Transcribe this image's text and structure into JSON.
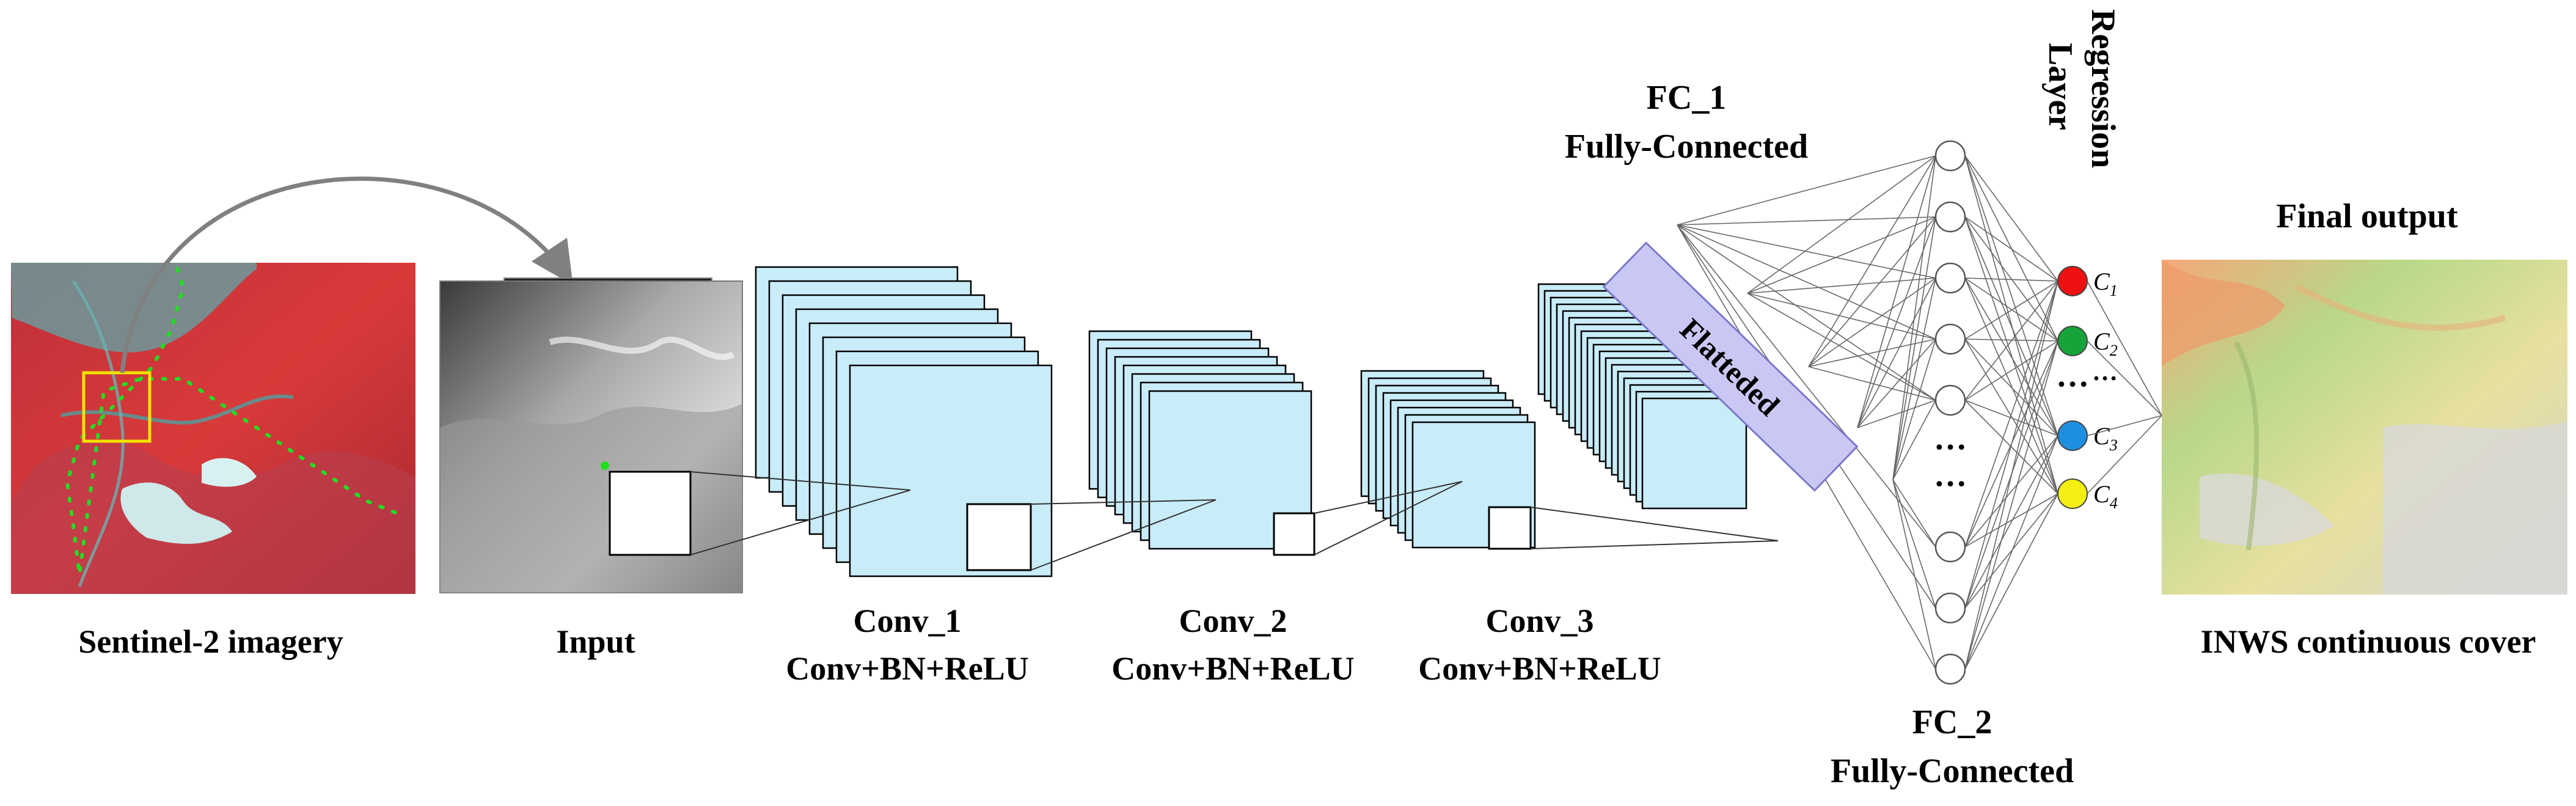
{
  "labels": {
    "sentinel": "Sentinel-2 imagery",
    "input": "Input",
    "conv1_name": "Conv_1",
    "conv1_desc": "Conv+BN+ReLU",
    "conv2_name": "Conv_2",
    "conv2_desc": "Conv+BN+ReLU",
    "conv3_name": "Conv_3",
    "conv3_desc": "Conv+BN+ReLU",
    "flatten": "Flatteded",
    "fc1_name": "FC_1",
    "fc1_desc": "Fully-Connected",
    "fc2_name": "FC_2",
    "fc2_desc": "Fully-Connected",
    "regression_1": "Regression",
    "regression_2": "Layer",
    "final_output": "Final output",
    "inws": "INWS continuous cover"
  },
  "fc_ellipsis": [
    "…",
    "…"
  ],
  "output_ellipsis": "…",
  "output_ellipsis_right": "…",
  "outputs": [
    {
      "letter": "C",
      "sub": "1",
      "color": "#ee1111"
    },
    {
      "letter": "C",
      "sub": "2",
      "color": "#16a33a"
    },
    {
      "letter": "C",
      "sub": "3",
      "color": "#1e8fe0"
    },
    {
      "letter": "C",
      "sub": "4",
      "color": "#f4ee12"
    }
  ],
  "colors": {
    "feature_map": "#c8ecf8",
    "flatten_bar": "#c9c8f4",
    "arrow": "#808080",
    "select_box": "#f2e200",
    "points": "#22dd22"
  }
}
